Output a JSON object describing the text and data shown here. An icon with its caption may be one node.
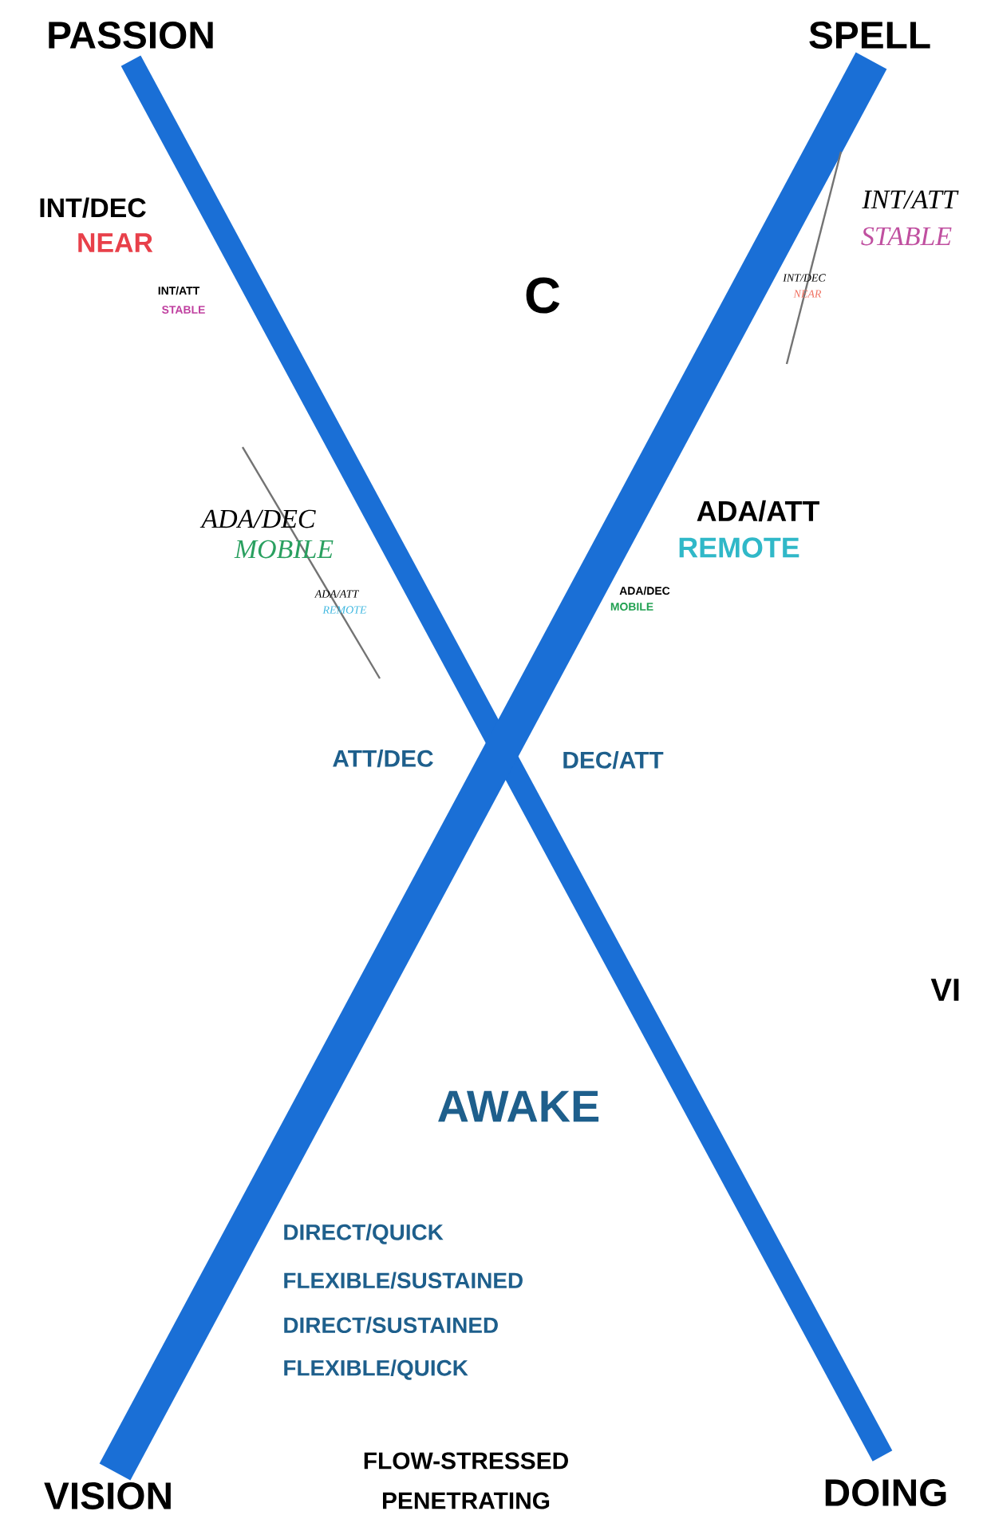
{
  "diagram": {
    "labels": [
      "PASSION",
      "SPELL",
      "INT/DEC",
      "NEAR",
      "INT/ATT",
      "STABLE",
      "C",
      "INT/ATT",
      "STABLE",
      "INT/DEC",
      "NEAR",
      "ADA/DEC",
      "MOBILE",
      "ADA/ATT",
      "REMOTE",
      "ADA/ATT",
      "REMOTE",
      "ADA/DEC",
      "MOBILE",
      "ATT/DEC",
      "DEC/ATT",
      "VI",
      "AWAKE",
      "DIRECT/QUICK",
      "FLEXIBLE/SUSTAINED",
      "DIRECT/SUSTAINED",
      "FLEXIBLE/QUICK",
      "FLOW-STRESSED",
      "VISION",
      "PENETRATING",
      "DOING"
    ]
  }
}
